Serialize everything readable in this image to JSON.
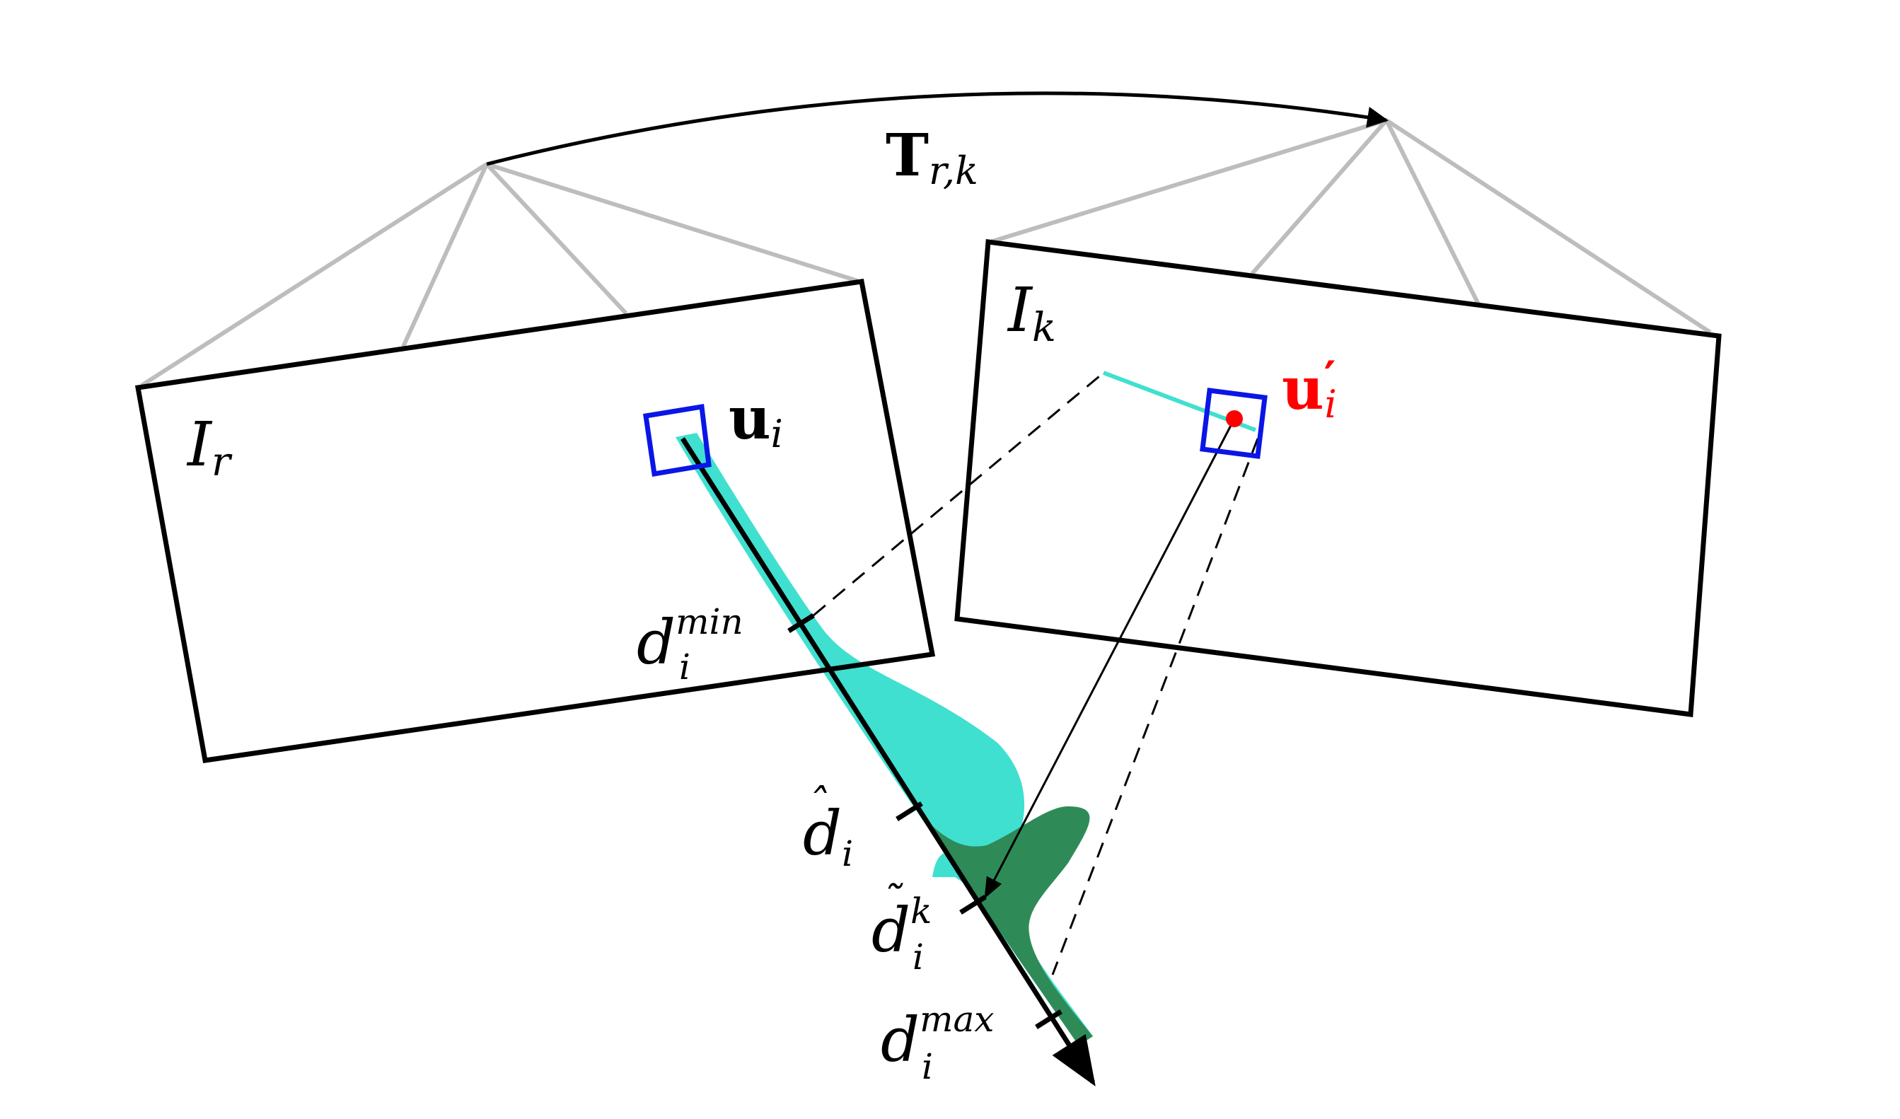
{
  "labels": {
    "transform": {
      "main": "T",
      "sub": "r,k"
    },
    "ref_image": {
      "main": "I",
      "sub": "r"
    },
    "key_image": {
      "main": "I",
      "sub": "k"
    },
    "pixel": {
      "main": "u",
      "sub": "i"
    },
    "pixel_proj": {
      "main": "u",
      "prime": "′",
      "sub": "i"
    },
    "d_min": {
      "main": "d",
      "sub": "i",
      "sup": "min"
    },
    "d_hat": {
      "main": "d",
      "accent": "ˆ",
      "sub": "i"
    },
    "d_tilde": {
      "main": "d",
      "accent": "˜",
      "sub": "i",
      "sup": "k"
    },
    "d_max": {
      "main": "d",
      "sub": "i",
      "sup": "max"
    }
  },
  "colors": {
    "frame": "#000000",
    "camera_frustum": "#bdbdbd",
    "patch": "#0a16e6",
    "projected_point": "#ff0000",
    "depth_distribution": "#40e0d0",
    "update_distribution": "#2e8b57",
    "epipolar_segment": "#40e0d0"
  }
}
